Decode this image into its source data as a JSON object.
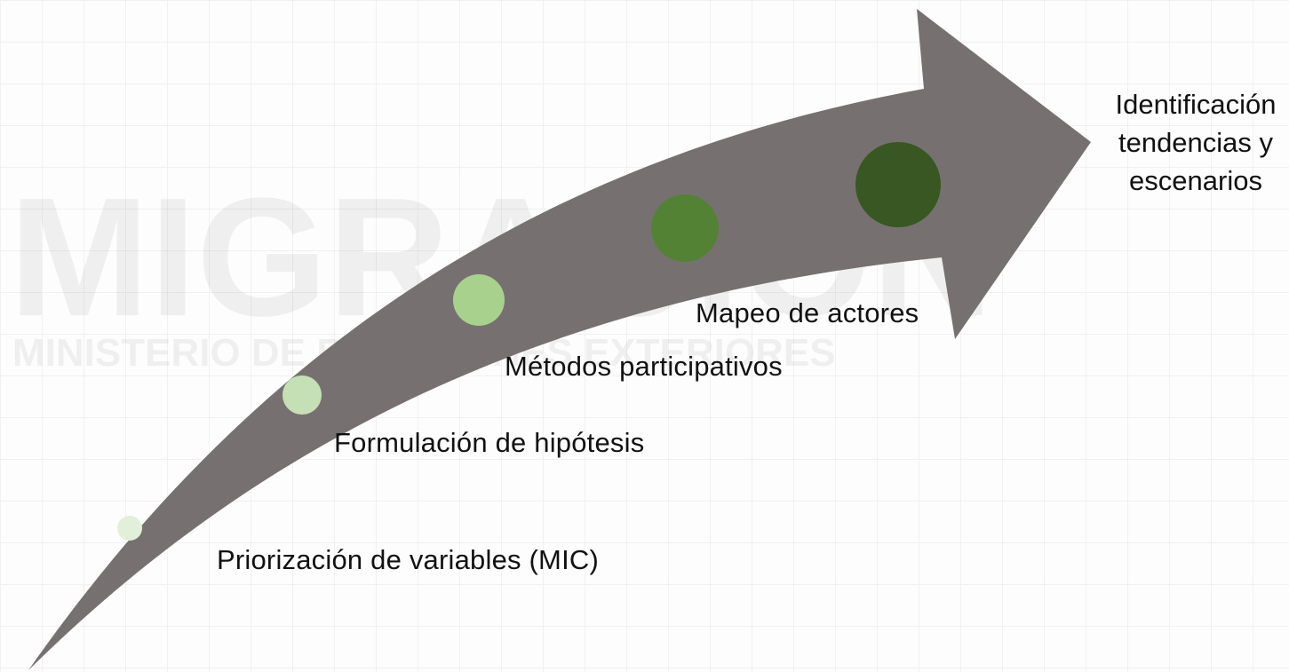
{
  "watermark": {
    "logo_text": "MIGRACIÓN",
    "org_text": "MINISTERIO DE RELACIONES EXTERIORES"
  },
  "colors": {
    "arrow": "#767170",
    "stage_1": "#e2f0d9",
    "stage_2": "#c5e0b4",
    "stage_3": "#a9d18e",
    "stage_4": "#548235",
    "stage_5": "#385723",
    "text": "#111111"
  },
  "stages": [
    {
      "label": "Priorización de variables (MIC)",
      "color": "#e2f0d9"
    },
    {
      "label": "Formulación de hipótesis",
      "color": "#c5e0b4"
    },
    {
      "label": "Métodos participativos",
      "color": "#a9d18e"
    },
    {
      "label": "Mapeo de actores",
      "color": "#548235"
    },
    {
      "label": "",
      "color": "#385723"
    }
  ],
  "endpoint": {
    "lines": [
      "Identificación",
      "tendencias y",
      "escenarios"
    ]
  }
}
